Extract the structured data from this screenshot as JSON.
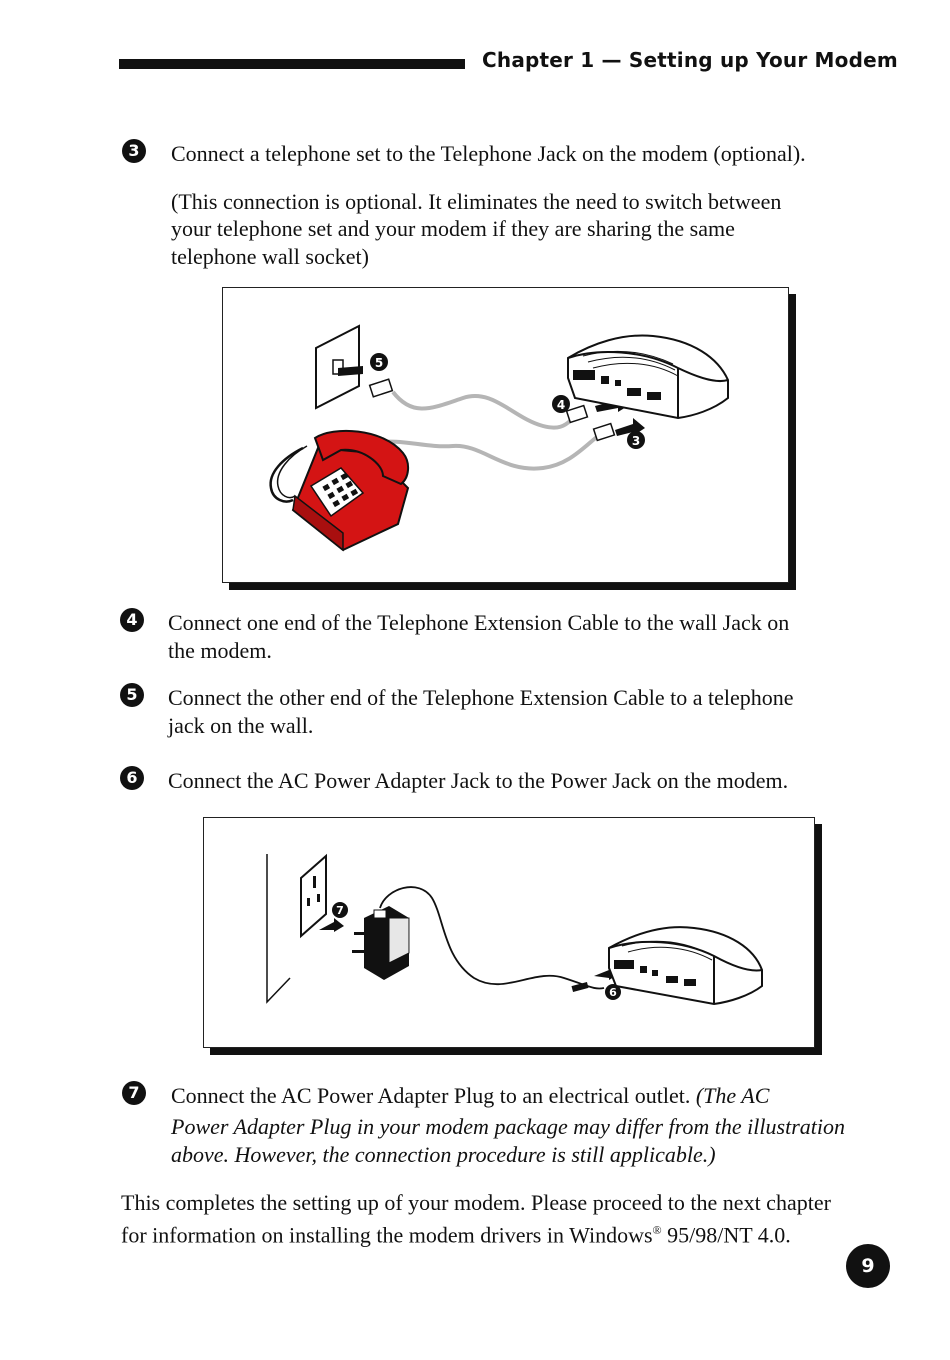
{
  "header": {
    "title": "Chapter 1 — Setting up Your Modem"
  },
  "steps": [
    {
      "number": "3",
      "text": "Connect a telephone set to the Telephone Jack on the modem (optional)."
    },
    {
      "number": "4",
      "text_line1": "Connect one end of the Telephone Extension Cable to the wall Jack on",
      "text_line2": "the modem."
    },
    {
      "number": "5",
      "text_line1": "Connect the other end of the Telephone Extension Cable to a telephone",
      "text_line2": "jack on the wall."
    },
    {
      "number": "6",
      "text": "Connect the AC Power Adapter Jack to the Power Jack on the modem."
    },
    {
      "number": "7",
      "text": "Connect the AC Power Adapter Plug to an electrical outlet.",
      "note_start": "(The AC",
      "note_line2": "Power Adapter Plug in your modem package may differ from the illustration",
      "note_line3": "above. However, the connection procedure is still applicable.)"
    }
  ],
  "optional_note": {
    "line1": "(This connection is optional.  It eliminates the need to switch between",
    "line2": "your telephone set and your modem if they are sharing the same",
    "line3": "telephone wall socket)"
  },
  "figure1": {
    "callouts": [
      "5",
      "4",
      "3"
    ]
  },
  "figure2": {
    "callouts": [
      "7",
      "6"
    ]
  },
  "closing": {
    "line1": "This completes the setting up of your modem. Please proceed to the next chapter",
    "line2_a": "for information on installing the modem drivers in Windows",
    "registered": "®",
    "line2_b": " 95/98/NT 4.0."
  },
  "page_number": "9",
  "colors": {
    "phone_red": "#d41414",
    "ink": "#111111",
    "cable_gray": "#b5b5b5"
  }
}
